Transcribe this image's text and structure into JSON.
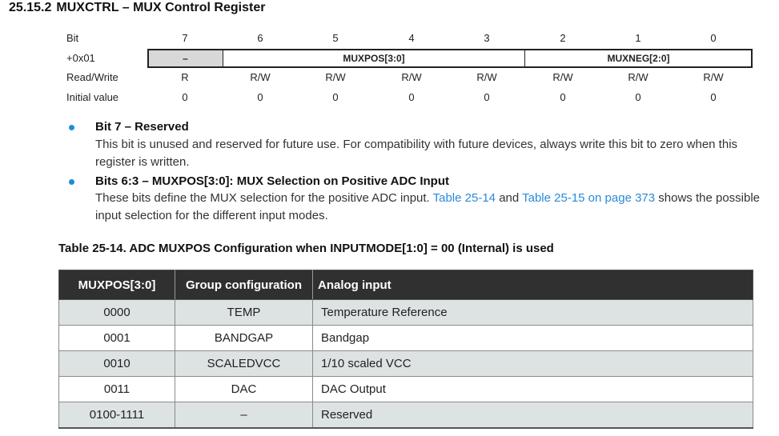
{
  "section": {
    "number": "25.15.2",
    "title": "MUXCTRL – MUX Control Register"
  },
  "register": {
    "labels": {
      "bit": "Bit",
      "offset": "+0x01",
      "access": "Read/Write",
      "initial": "Initial value"
    },
    "bits": [
      "7",
      "6",
      "5",
      "4",
      "3",
      "2",
      "1",
      "0"
    ],
    "fields": {
      "reserved": "–",
      "muxpos": "MUXPOS[3:0]",
      "muxneg": "MUXNEG[2:0]"
    },
    "access": [
      "R",
      "R/W",
      "R/W",
      "R/W",
      "R/W",
      "R/W",
      "R/W",
      "R/W"
    ],
    "initial": [
      "0",
      "0",
      "0",
      "0",
      "0",
      "0",
      "0",
      "0"
    ]
  },
  "bullets": {
    "b1": {
      "head": "Bit 7 – Reserved",
      "body": "This bit is unused and reserved for future use. For compatibility with future devices, always write this bit to zero when this register is written."
    },
    "b2": {
      "head": "Bits 6:3 – MUXPOS[3:0]: MUX Selection on Positive ADC Input",
      "body_pre": "These bits define the MUX selection for the positive ADC input. ",
      "link1": "Table 25-14",
      "body_mid": " and ",
      "link2": "Table 25-15 on page 373",
      "body_post": " shows the possible input selection for the different input modes."
    }
  },
  "table": {
    "caption": "Table 25-14. ADC MUXPOS Configuration when INPUTMODE[1:0] = 00 (Internal) is used",
    "headers": [
      "MUXPOS[3:0]",
      "Group configuration",
      "Analog input"
    ],
    "rows": [
      [
        "0000",
        "TEMP",
        "Temperature Reference"
      ],
      [
        "0001",
        "BANDGAP",
        "Bandgap"
      ],
      [
        "0010",
        "SCALEDVCC",
        "1/10 scaled VCC"
      ],
      [
        "0011",
        "DAC",
        "DAC Output"
      ],
      [
        "0100-1111",
        "–",
        "Reserved"
      ]
    ]
  }
}
